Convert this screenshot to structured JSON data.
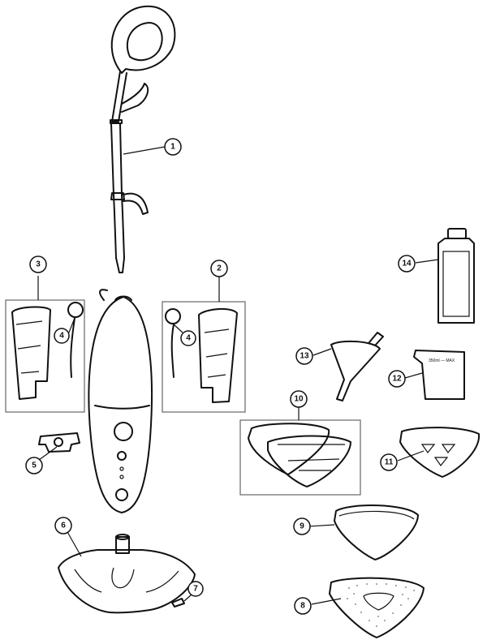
{
  "callouts": [
    {
      "id": "callout-1",
      "label": "1"
    },
    {
      "id": "callout-2",
      "label": "2"
    },
    {
      "id": "callout-3",
      "label": "3"
    },
    {
      "id": "callout-4a",
      "label": "4"
    },
    {
      "id": "callout-4b",
      "label": "4"
    },
    {
      "id": "callout-5",
      "label": "5"
    },
    {
      "id": "callout-6",
      "label": "6"
    },
    {
      "id": "callout-7",
      "label": "7"
    },
    {
      "id": "callout-8",
      "label": "8"
    },
    {
      "id": "callout-9",
      "label": "9"
    },
    {
      "id": "callout-10",
      "label": "10"
    },
    {
      "id": "callout-11",
      "label": "11"
    },
    {
      "id": "callout-12",
      "label": "12"
    },
    {
      "id": "callout-13",
      "label": "13"
    },
    {
      "id": "callout-14",
      "label": "14"
    }
  ],
  "measuring_cup_text": "350ml — MAX",
  "colors": {
    "line": "#111111",
    "box_border": "#666666",
    "background": "#ffffff"
  }
}
